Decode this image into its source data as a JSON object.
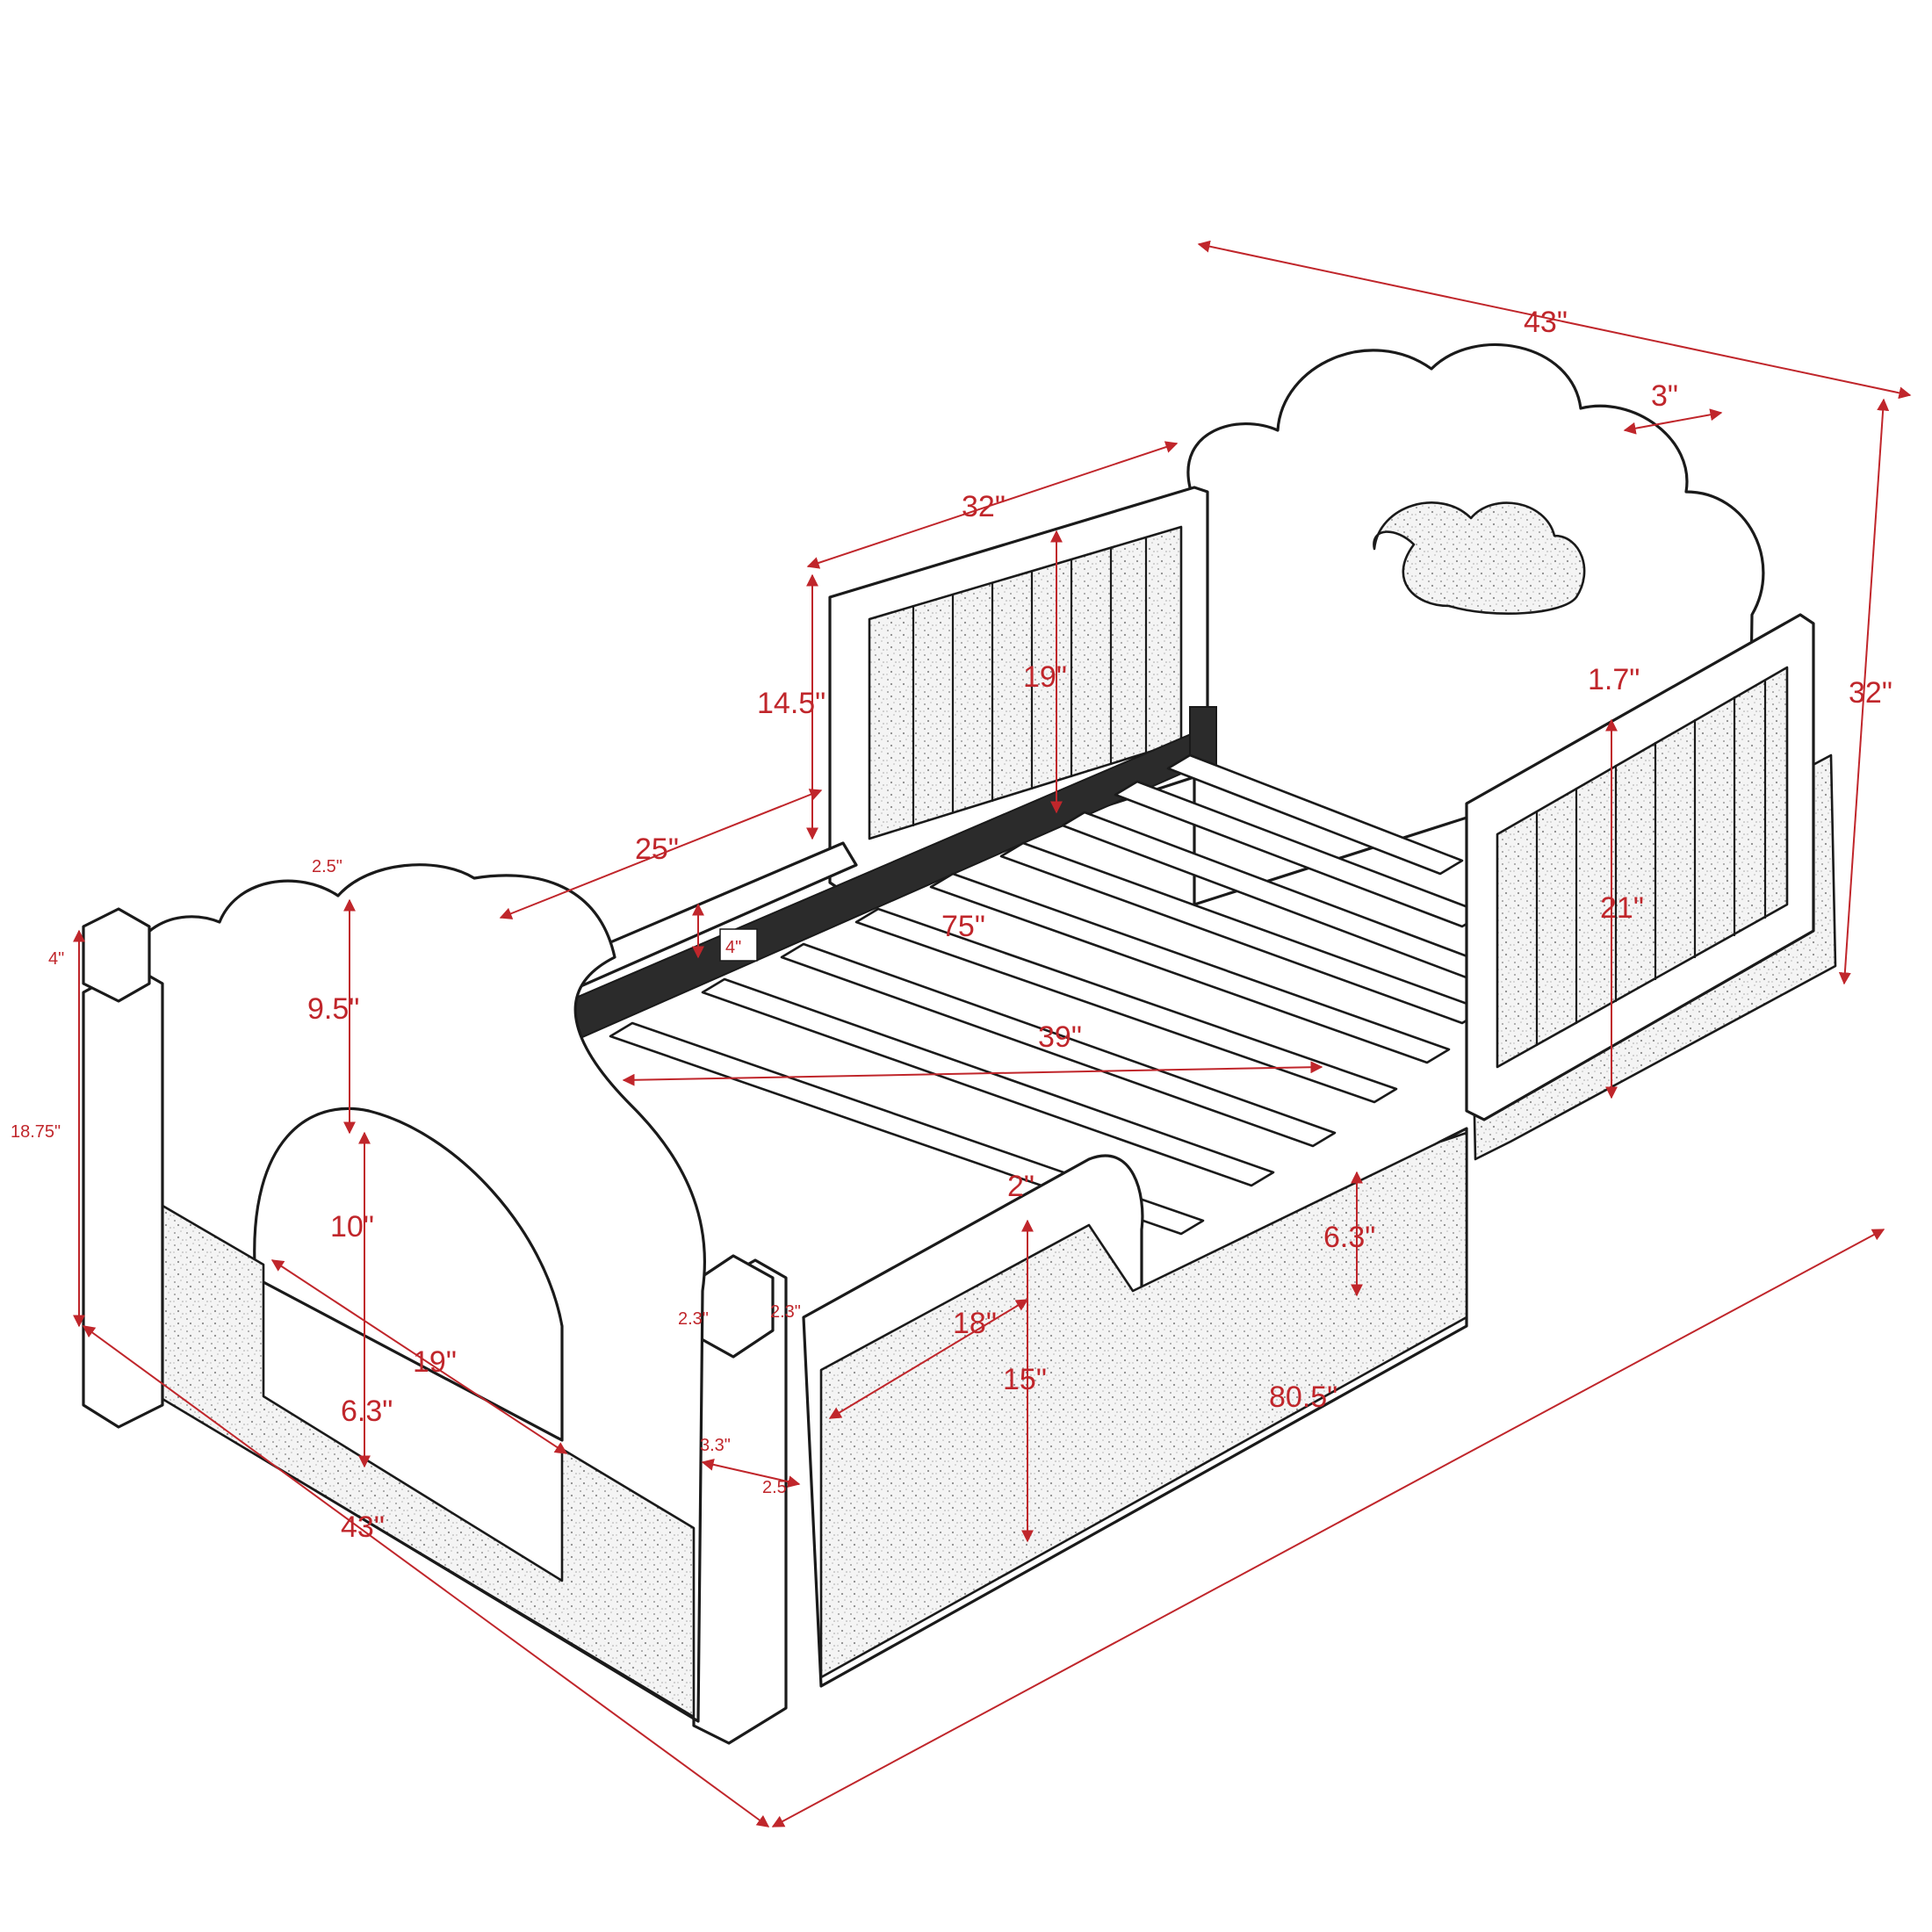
{
  "dimensions": {
    "top_width": "43\"",
    "headboard_thickness": "3\"",
    "overall_height": "32\"",
    "guard_rail_length": "32\"",
    "guard_rail_panel_height": "19\"",
    "guard_rail_height": "14.5\"",
    "guard_rail_offset": "25\"",
    "right_rail_width": "1.7\"",
    "right_rail_height": "21\"",
    "footboard_thickness": "2.5\"",
    "post_top": "4\"",
    "footboard_height": "18.75\"",
    "footboard_arch_top": "9.5\"",
    "side_rail_depth": "4\"",
    "inner_length": "75\"",
    "inner_width": "39\"",
    "slat_gap": "2\"",
    "side_rail_height": "6.3\"",
    "arch_width": "10\"",
    "arch_opening": "19\"",
    "arch_bottom": "6.3\"",
    "post_width_a": "2.3\"",
    "post_width_b": "2.3\"",
    "side_panel_length": "18\"",
    "side_panel_height": "15\"",
    "overall_length": "80.5\"",
    "post_depth": "3.3\"",
    "post_base": "2.5\"",
    "bottom_width": "43\""
  },
  "colors": {
    "dimension": "#c0262b",
    "outline": "#1a1a1a",
    "frame": "#2b2b2b"
  }
}
